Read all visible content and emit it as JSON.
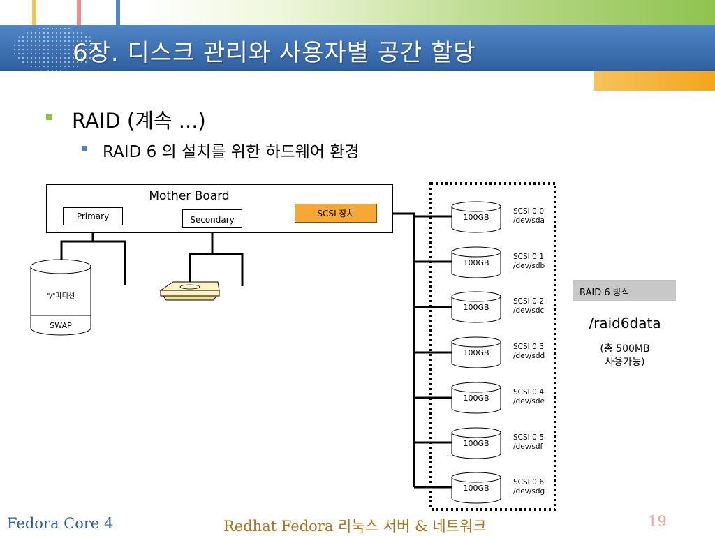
{
  "slide": {
    "title": "6장. 디스크 관리와 사용자별 공간 할당",
    "bullet1": "RAID (계속 ...)",
    "bullet2": "RAID 6 의 설치를 위한 하드웨어 환경"
  },
  "diagram": {
    "motherboard": "Mother Board",
    "primary": "Primary",
    "secondary": "Secondary",
    "scsi_device": "SCSI 장치",
    "system_disk": {
      "top": "\"/\"파티션",
      "bottom": "SWAP"
    },
    "disks": [
      {
        "size": "100GB",
        "id": "SCSI 0:0",
        "dev": "/dev/sda"
      },
      {
        "size": "100GB",
        "id": "SCSI 0:1",
        "dev": "/dev/sdb"
      },
      {
        "size": "100GB",
        "id": "SCSI 0:2",
        "dev": "/dev/sdc"
      },
      {
        "size": "100GB",
        "id": "SCSI 0:3",
        "dev": "/dev/sdd"
      },
      {
        "size": "100GB",
        "id": "SCSI 0:4",
        "dev": "/dev/sde"
      },
      {
        "size": "100GB",
        "id": "SCSI 0:5",
        "dev": "/dev/sdf"
      },
      {
        "size": "100GB",
        "id": "SCSI 0:6",
        "dev": "/dev/sdg"
      }
    ],
    "raid_method": "RAID 6 방식",
    "mount_point": "/raid6data",
    "capacity_line1": "(총 500MB",
    "capacity_line2": "사용가능)"
  },
  "footer": {
    "left": "Fedora Core 4",
    "center": "Redhat Fedora 리눅스 서버 & 네트워크",
    "page": "19"
  },
  "colors": {
    "title_bar": "#3a6eb0",
    "scsi_box": "#f7a833",
    "bullet_level1": "#8cc43f",
    "bullet_level2": "#4f81bd"
  }
}
